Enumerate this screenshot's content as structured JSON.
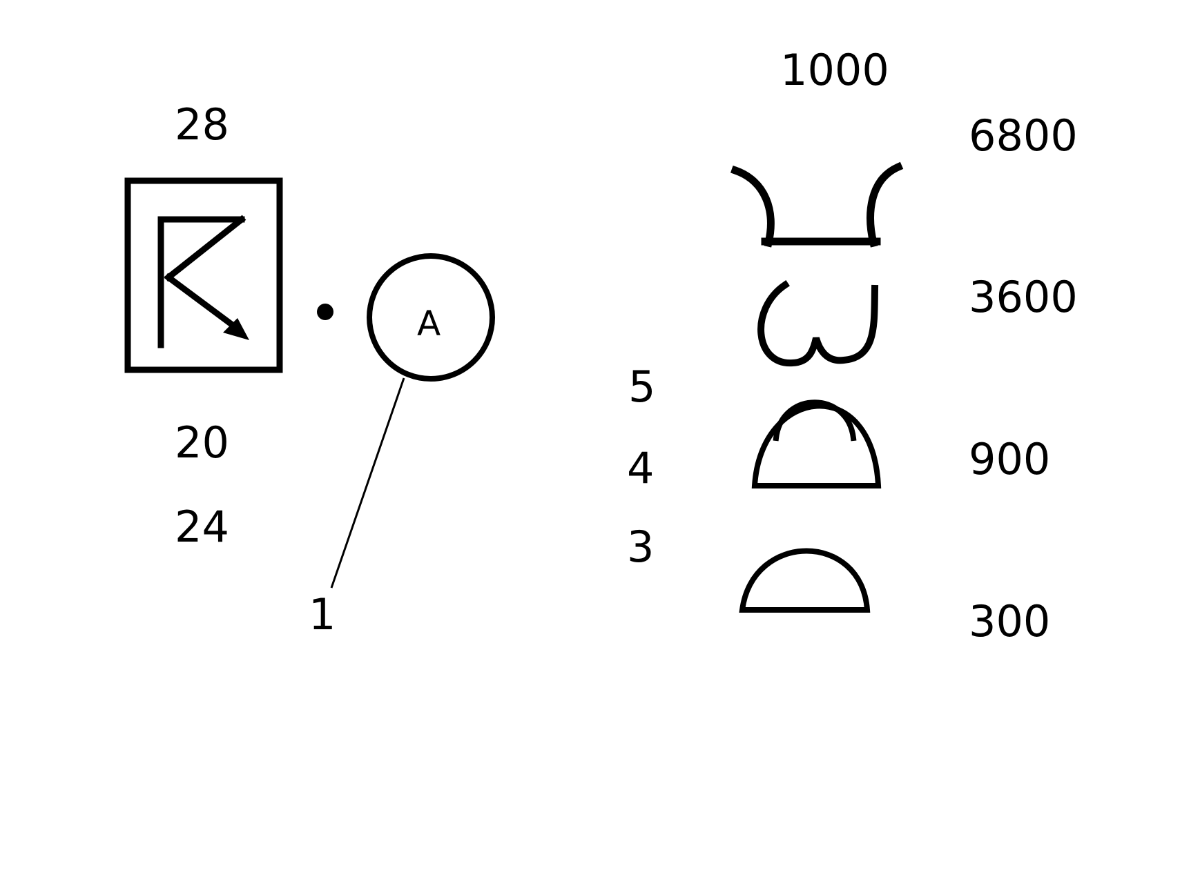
{
  "left_group": {
    "top_value": "28",
    "bottom_values": [
      "20",
      "24"
    ],
    "circle_letter": "A",
    "leader_label": "1"
  },
  "right_group": {
    "top_value": "1000",
    "right_values": [
      "6800",
      "3600",
      "900",
      "300"
    ],
    "left_values": [
      "5",
      "4",
      "3"
    ]
  },
  "colors": {
    "ink": "#000000",
    "background": "#ffffff"
  },
  "icons": [
    "boxed-flag-arrow-icon",
    "dot-icon",
    "circle-a-icon",
    "horned-cup-glyph",
    "double-loop-glyph",
    "double-dome-glyph",
    "single-dome-glyph"
  ]
}
